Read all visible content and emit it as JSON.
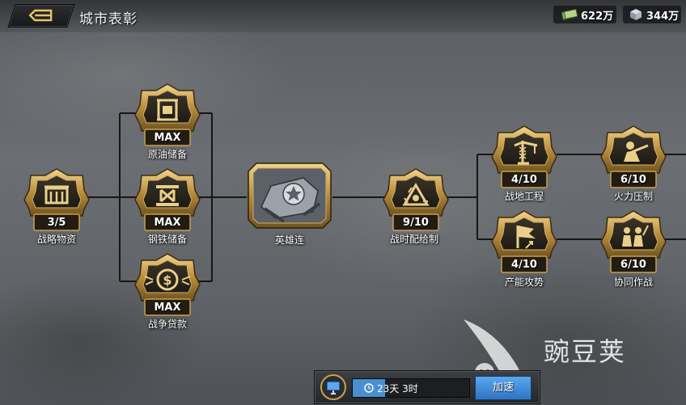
{
  "header": {
    "title": "城市表彰",
    "back_icon": "back-arrow-icon"
  },
  "resources": [
    {
      "icon": "cash-icon",
      "value": "622万"
    },
    {
      "icon": "steel-cube-icon",
      "value": "344万"
    }
  ],
  "nodes": {
    "strategic": {
      "label": "战略物资",
      "level": "3/5",
      "icon": "supply-crate-icon"
    },
    "oil": {
      "label": "原油储备",
      "level": "MAX",
      "icon": "oil-barrel-icon"
    },
    "steel": {
      "label": "钢铁储备",
      "level": "MAX",
      "icon": "steel-beam-icon"
    },
    "loan": {
      "label": "战争贷款",
      "level": "MAX",
      "icon": "dollar-coin-icon"
    },
    "hero": {
      "label": "英雄连",
      "icon": "tank-star-icon"
    },
    "ration": {
      "label": "战时配给制",
      "level": "9/10",
      "icon": "recycle-triangle-icon"
    },
    "engineering": {
      "label": "战地工程",
      "level": "4/10",
      "icon": "crane-tower-icon"
    },
    "production": {
      "label": "产能攻势",
      "level": "4/10",
      "icon": "flag-arrow-icon"
    },
    "fire": {
      "label": "火力压制",
      "level": "6/10",
      "icon": "soldier-aim-icon"
    },
    "joint": {
      "label": "协同作战",
      "level": "6/10",
      "icon": "soldiers-group-icon"
    }
  },
  "bottom": {
    "timer": "23天 3时",
    "progress_fraction": 0.28,
    "speed_label": "加速",
    "monitor_icon": "monitor-icon",
    "clock_icon": "clock-icon"
  },
  "watermark": {
    "text": "豌豆荚"
  },
  "colors": {
    "gold": "#c9a24b",
    "button_blue": "#3f8be0",
    "line": "#141414"
  }
}
